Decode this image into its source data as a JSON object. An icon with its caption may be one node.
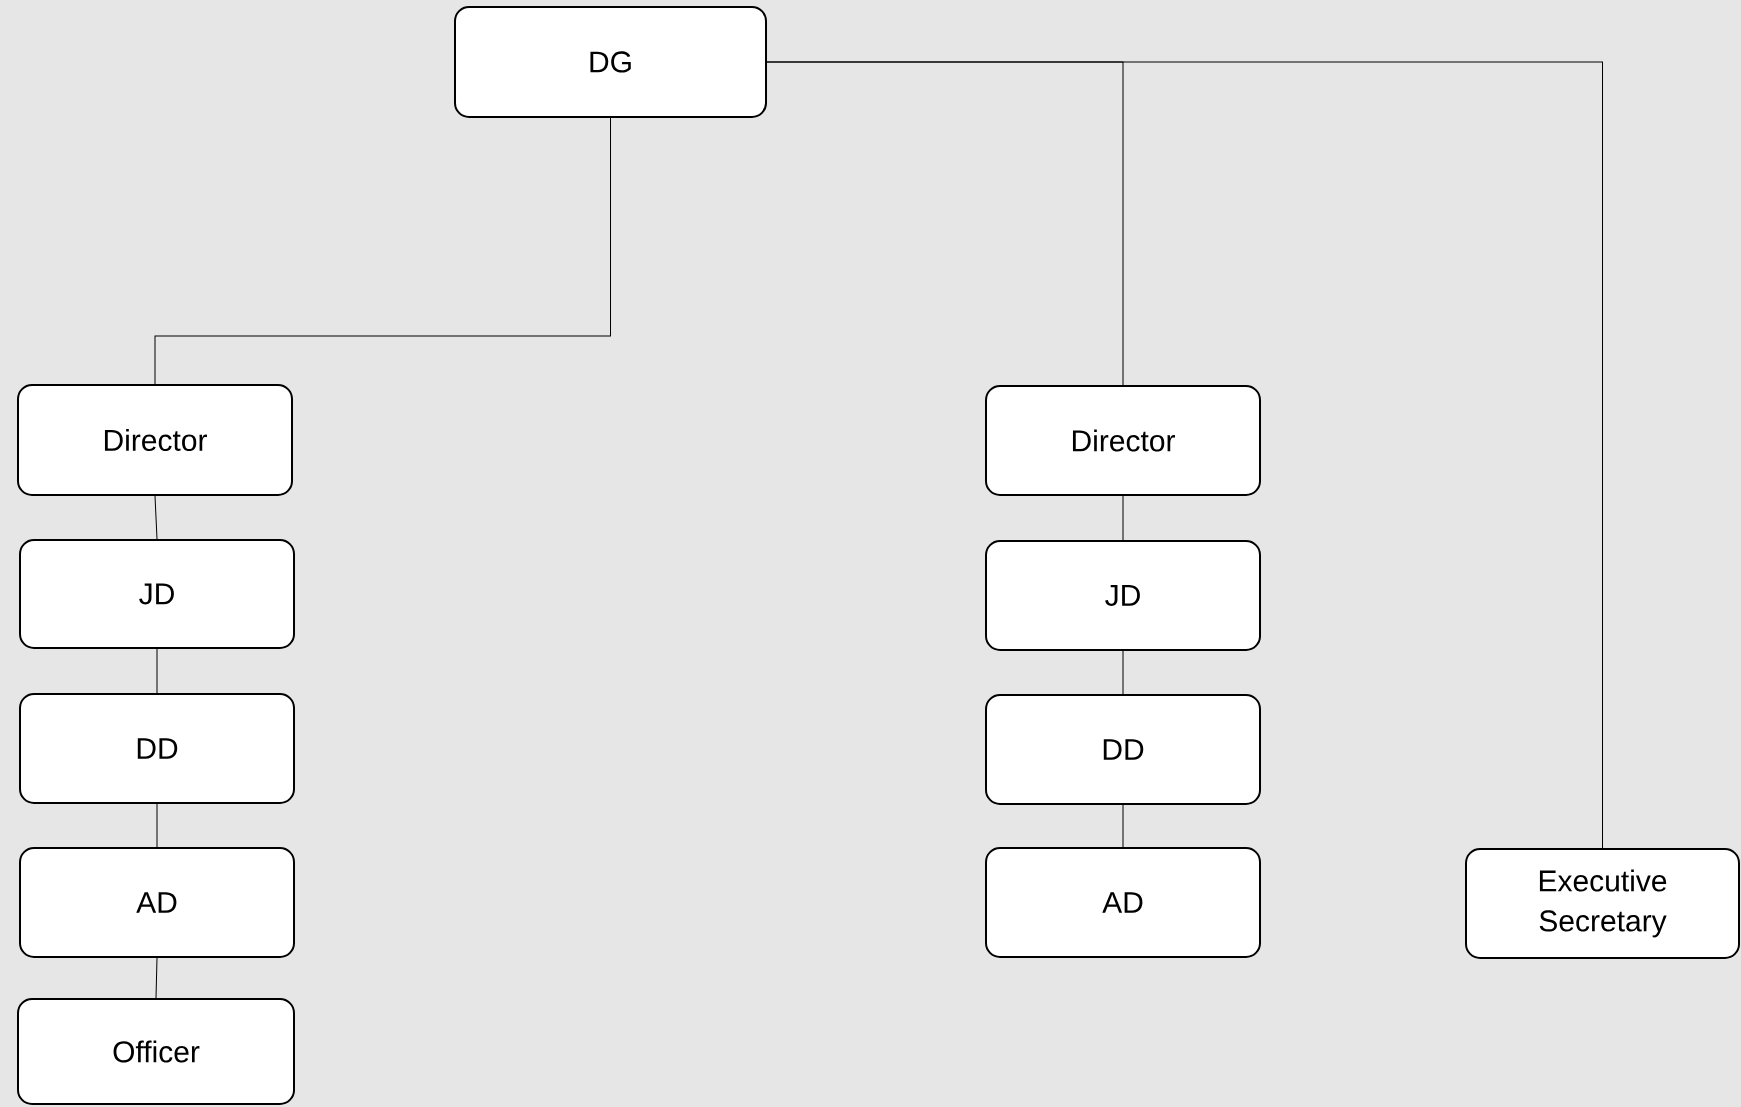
{
  "diagram": {
    "nodes": [
      {
        "text": [
          "DG"
        ]
      },
      {
        "text": [
          "Director"
        ]
      },
      {
        "text": [
          "JD"
        ]
      },
      {
        "text": [
          "DD"
        ]
      },
      {
        "text": [
          "AD"
        ]
      },
      {
        "text": [
          "Officer"
        ]
      },
      {
        "text": [
          "Director"
        ]
      },
      {
        "text": [
          "JD"
        ]
      },
      {
        "text": [
          "DD"
        ]
      },
      {
        "text": [
          "AD"
        ]
      },
      {
        "text": [
          "Executive Secretary"
        ]
      }
    ],
    "edges": [
      {
        "from": 0,
        "to": 1,
        "arrow": "none"
      },
      {
        "from": 0,
        "to": 6,
        "arrow": "none"
      },
      {
        "from": 0,
        "to": 10,
        "arrow": "none"
      },
      {
        "from": 1,
        "to": 2,
        "arrow": "none"
      },
      {
        "from": 2,
        "to": 3,
        "arrow": "none"
      },
      {
        "from": 3,
        "to": 4,
        "arrow": "none"
      },
      {
        "from": 4,
        "to": 5,
        "arrow": "none"
      },
      {
        "from": 6,
        "to": 7,
        "arrow": "none"
      },
      {
        "from": 7,
        "to": 8,
        "arrow": "none"
      },
      {
        "from": 8,
        "to": 9,
        "arrow": "none"
      }
    ]
  }
}
